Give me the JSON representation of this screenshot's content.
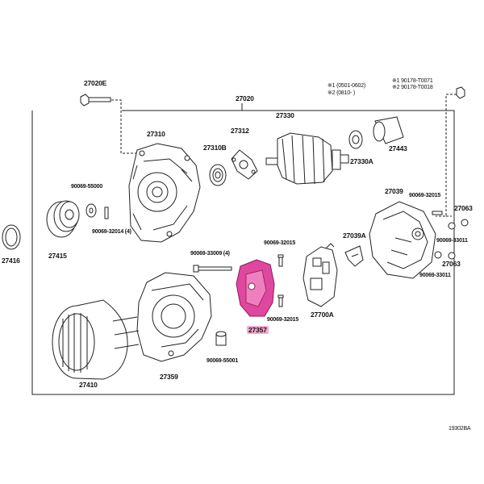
{
  "diagram": {
    "highlight_color": "#e0479e",
    "highlight_label_bg": "#f5a9d0",
    "line_color": "#222222",
    "labels": {
      "p27020E": "27020E",
      "p27020": "27020",
      "p27310": "27310",
      "p27312": "27312",
      "p27310B": "27310B",
      "p27330": "27330",
      "p27330A": "27330A",
      "p27443": "27443",
      "p90069_55000": "90069-55000",
      "p90069_32014": "90069-32014 (4)",
      "p27415": "27415",
      "p27416": "27416",
      "p27039": "27039",
      "p90069_32015_a": "90069-32015",
      "p27063_a": "27063",
      "p90069_33011_a": "90069-33011",
      "p27063_b": "27063",
      "p90069_33011_b": "90069-33011",
      "p27039A": "27039A",
      "p90069_33009": "90069-33009 (4)",
      "p90069_32015_b": "90069-32015",
      "p90069_32015_c": "90069-32015",
      "p27357": "27357",
      "p27700A": "27700A",
      "p27359": "27359",
      "p90069_55001": "90069-55001",
      "p27410": "27410",
      "note1": "※1 (0501-0602)",
      "note2": "※2 (0810-      )",
      "note3": "※1 90178-T0071",
      "note4": "※2 90178-T0018",
      "fig_code": "19302BA"
    }
  }
}
